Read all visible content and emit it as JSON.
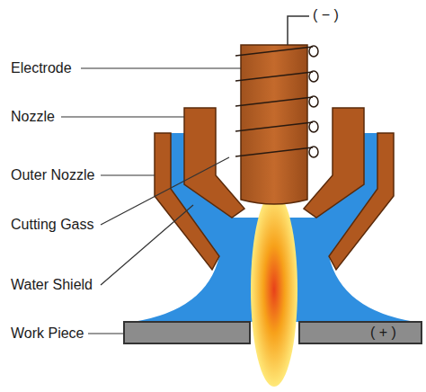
{
  "diagram": {
    "labels": [
      "( − )",
      "Electrode",
      "Nozzle",
      "Outer Nozzle",
      "Cutting Gass",
      "Water Shield",
      "Work Piece",
      "( + )"
    ]
  }
}
